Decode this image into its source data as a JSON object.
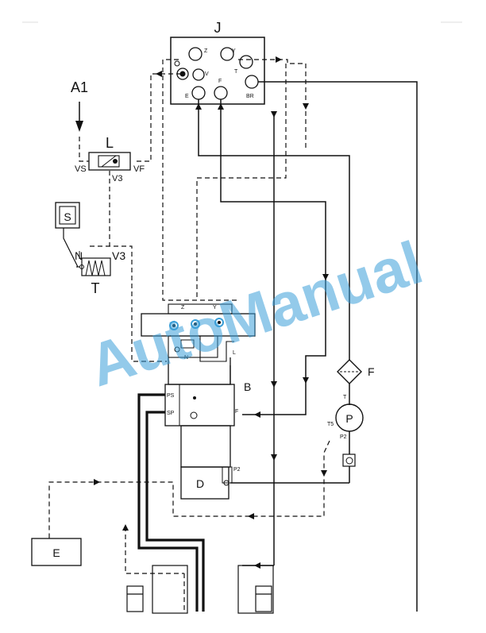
{
  "labels": {
    "block_j": "J",
    "port_z": "Z",
    "port_y": "Y",
    "port_v": "V",
    "port_t": "T",
    "port_e": "E",
    "port_f": "F",
    "port_br": "BR",
    "a1": "A1",
    "valve_l": "L",
    "vs": "VS",
    "vf": "VF",
    "v3": "V3",
    "switch_s": "S",
    "switch_n": "N",
    "switch_v3": "V3",
    "switch_t": "T",
    "ctrl_z": "Z",
    "ctrl_y": "Y",
    "ctrl_n": "N",
    "ctrl_l": "L",
    "block_b": "B",
    "b_ps": "PS",
    "b_sp": "SP",
    "b_f": "F",
    "filter_f": "F",
    "pump_p": "P",
    "pump_t": "T",
    "pump_t5": "T5",
    "pump_p2": "P2",
    "block_d": "D",
    "d_p2": "P2",
    "box_e": "E"
  },
  "watermark": "AutoManual",
  "colors": {
    "line": "#111111",
    "highlight": "#3a9fd8",
    "watermark": "#3a9fd8"
  }
}
